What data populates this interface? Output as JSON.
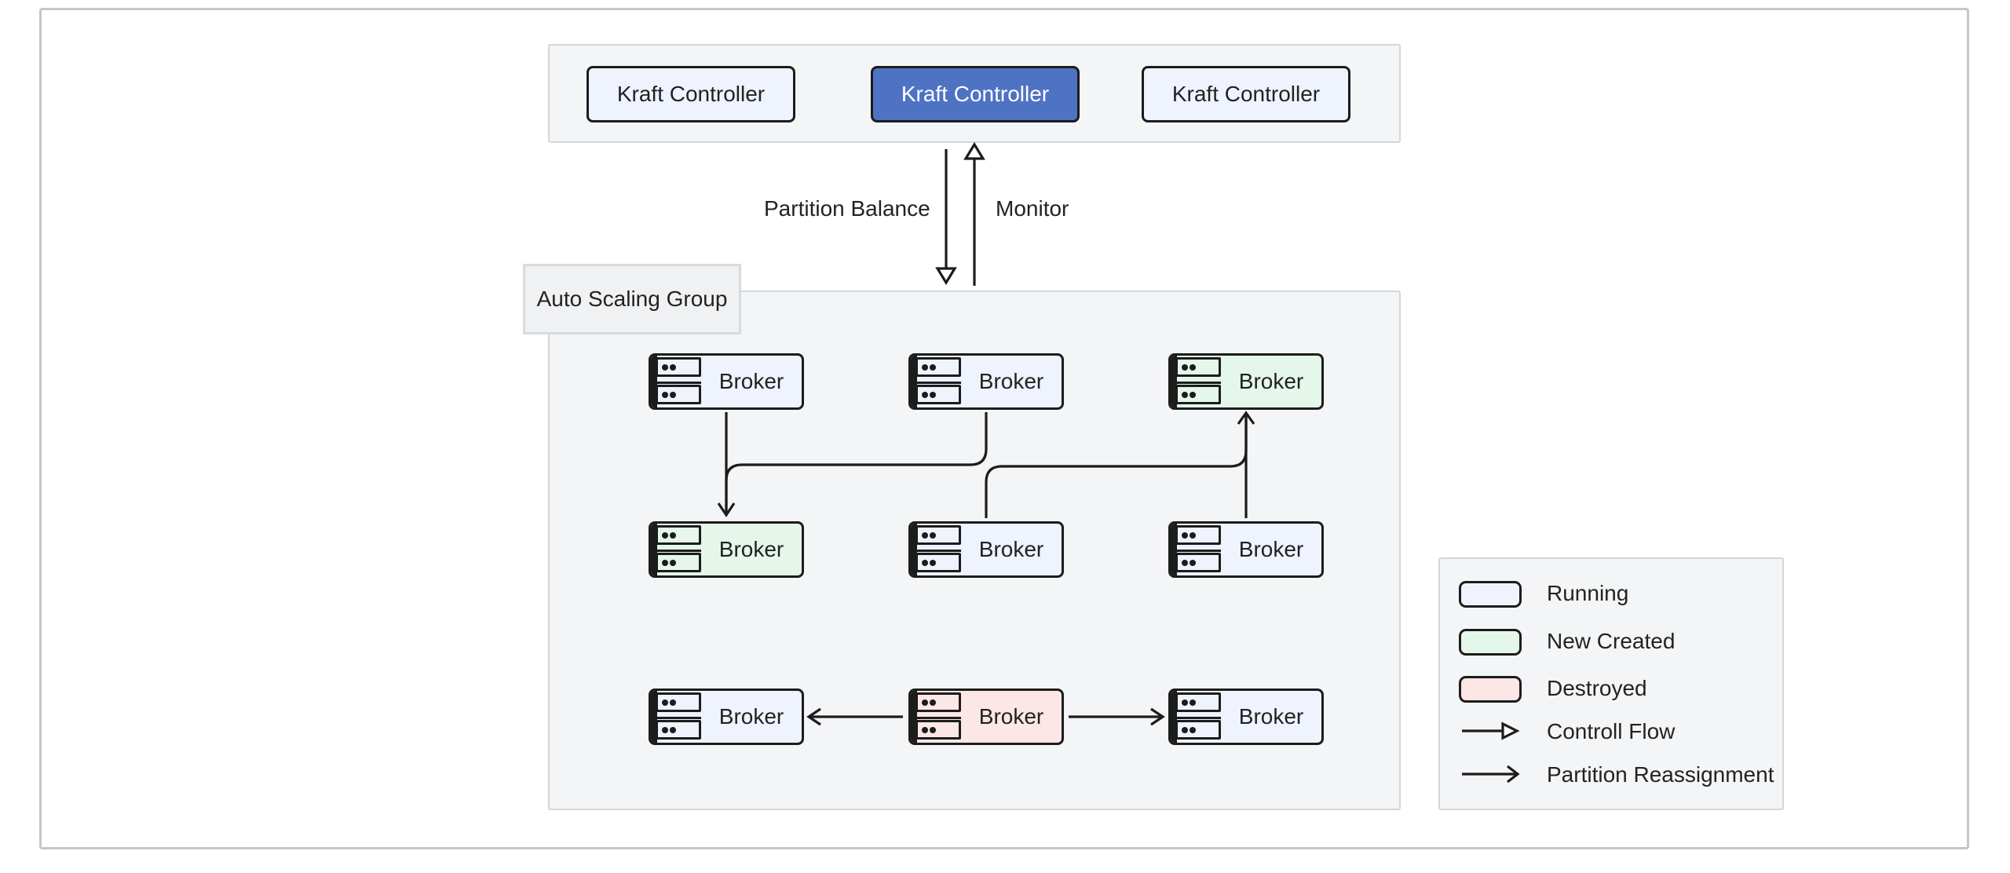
{
  "controllers": [
    {
      "label": "Kraft Controller",
      "state": "follower"
    },
    {
      "label": "Kraft Controller",
      "state": "leader"
    },
    {
      "label": "Kraft Controller",
      "state": "follower"
    }
  ],
  "flows": {
    "down_label": "Partition Balance",
    "up_label": "Monitor"
  },
  "asg": {
    "title": "Auto Scaling Group"
  },
  "brokers": [
    {
      "label": "Broker",
      "state": "running"
    },
    {
      "label": "Broker",
      "state": "running"
    },
    {
      "label": "Broker",
      "state": "new"
    },
    {
      "label": "Broker",
      "state": "new"
    },
    {
      "label": "Broker",
      "state": "running"
    },
    {
      "label": "Broker",
      "state": "running"
    },
    {
      "label": "Broker",
      "state": "running"
    },
    {
      "label": "Broker",
      "state": "destroyed"
    },
    {
      "label": "Broker",
      "state": "running"
    }
  ],
  "legend": {
    "running": "Running",
    "new_created": "New Created",
    "destroyed": "Destroyed",
    "control_flow": "Controll Flow",
    "partition_reassignment": "Partition Reassignment"
  },
  "colors": {
    "running": "#eef3fd",
    "new": "#e4f7ea",
    "destroyed": "#fde6e6",
    "leader": "#4f73c3",
    "stroke": "#1c1c1c"
  }
}
